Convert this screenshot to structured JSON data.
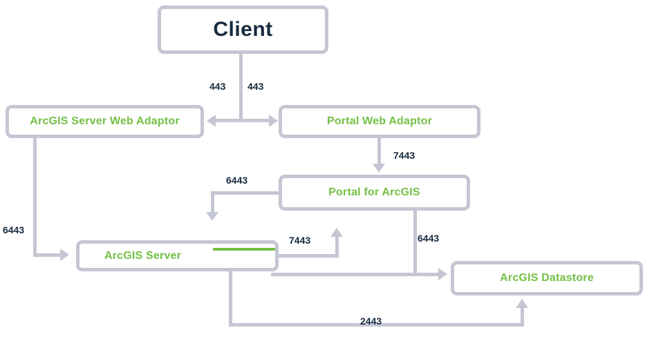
{
  "diagram": {
    "title_node": "Client",
    "colors": {
      "line": "#c5c6d3",
      "green": "#74c044",
      "navy": "#172a3f",
      "background": "#ffffff"
    },
    "nodes": {
      "client": {
        "label": "Client"
      },
      "server_web_adaptor": {
        "label": "ArcGIS Server Web Adaptor"
      },
      "portal_web_adaptor": {
        "label": "Portal Web Adaptor"
      },
      "portal": {
        "label": "Portal for ArcGIS"
      },
      "server": {
        "label": "ArcGIS Server"
      },
      "datastore": {
        "label": "ArcGIS Datastore"
      }
    },
    "ports": {
      "client_to_server_wa": "443",
      "client_to_portal_wa": "443",
      "portal_wa_to_portal": "7443",
      "server_wa_to_server": "6443",
      "portal_to_server": "6443",
      "server_to_portal": "7443",
      "to_datastore_side": "6443",
      "server_to_datastore_bottom": "2443"
    },
    "edges": [
      {
        "from": "client",
        "to": "server_web_adaptor",
        "port": "443"
      },
      {
        "from": "client",
        "to": "portal_web_adaptor",
        "port": "443"
      },
      {
        "from": "portal_web_adaptor",
        "to": "portal",
        "port": "7443"
      },
      {
        "from": "server_web_adaptor",
        "to": "server",
        "port": "6443"
      },
      {
        "from": "portal",
        "to": "server",
        "port": "6443"
      },
      {
        "from": "server",
        "to": "portal",
        "port": "7443"
      },
      {
        "from": "portal",
        "to": "datastore",
        "port": "6443"
      },
      {
        "from": "server",
        "to": "datastore",
        "port": "2443"
      }
    ]
  }
}
